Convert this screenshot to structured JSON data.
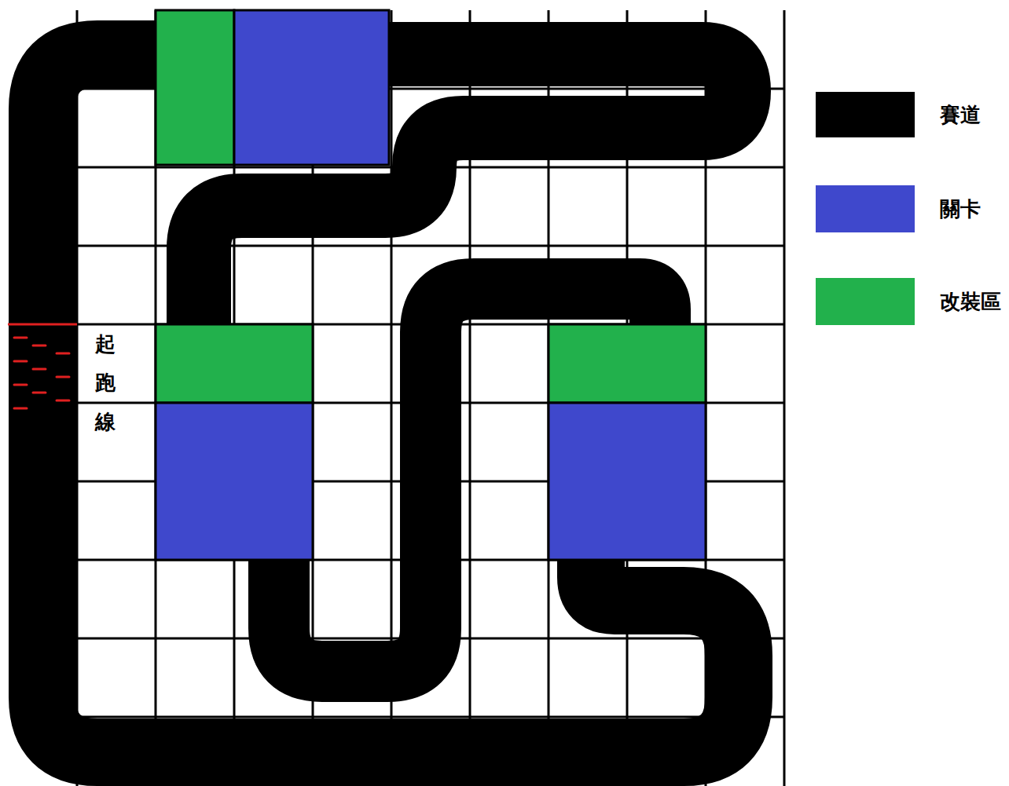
{
  "diagram": {
    "labels": [
      "起跑線"
    ],
    "legend": [
      {
        "text": "賽道",
        "color": "#000000"
      },
      {
        "text": "關卡",
        "color": "#3f48cc"
      },
      {
        "text": "改裝區",
        "color": "#22b14c"
      }
    ]
  }
}
